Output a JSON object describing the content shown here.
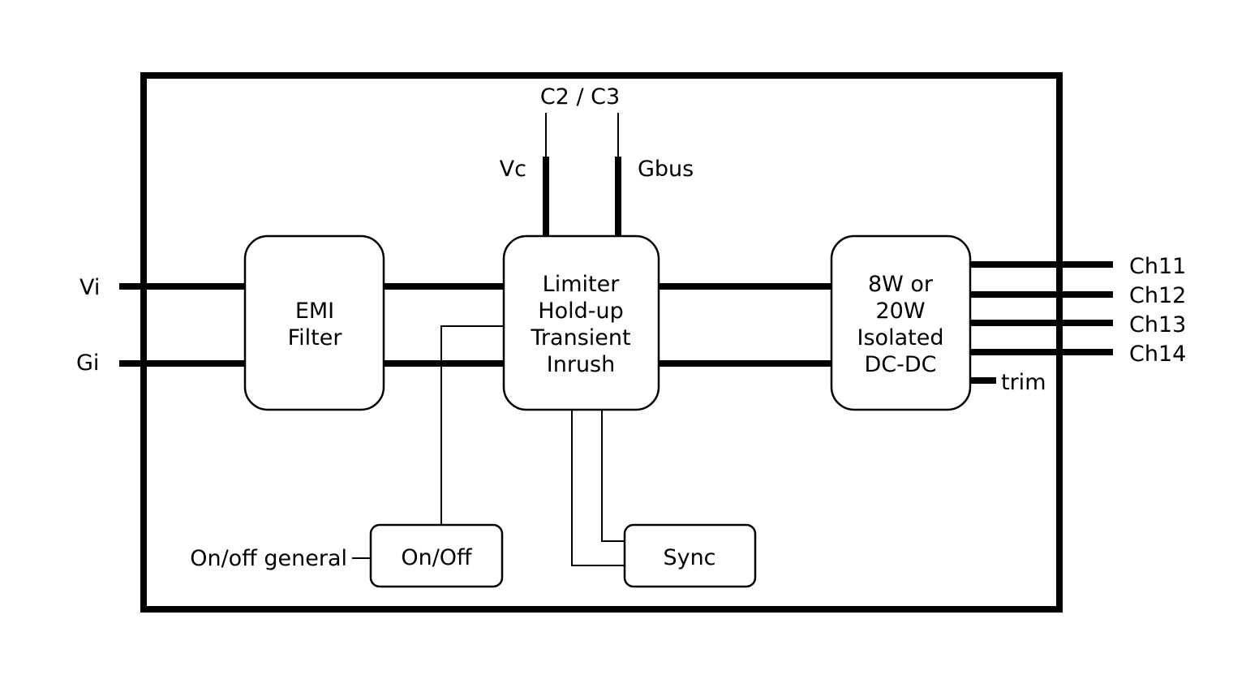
{
  "blocks": {
    "emi": [
      "EMI",
      "Filter"
    ],
    "limiter": [
      "Limiter",
      "Hold-up",
      "Transient",
      "Inrush"
    ],
    "dcdc": [
      "8W or",
      "20W",
      "Isolated",
      "DC-DC"
    ],
    "onoff": "On/Off",
    "sync": "Sync"
  },
  "labels": {
    "vi": "Vi",
    "gi": "Gi",
    "c2c3": "C2 / C3",
    "vc": "Vc",
    "gbus": "Gbus",
    "ch11": "Ch11",
    "ch12": "Ch12",
    "ch13": "Ch13",
    "ch14": "Ch14",
    "trim": "trim",
    "onoff_general": "On/off general"
  }
}
